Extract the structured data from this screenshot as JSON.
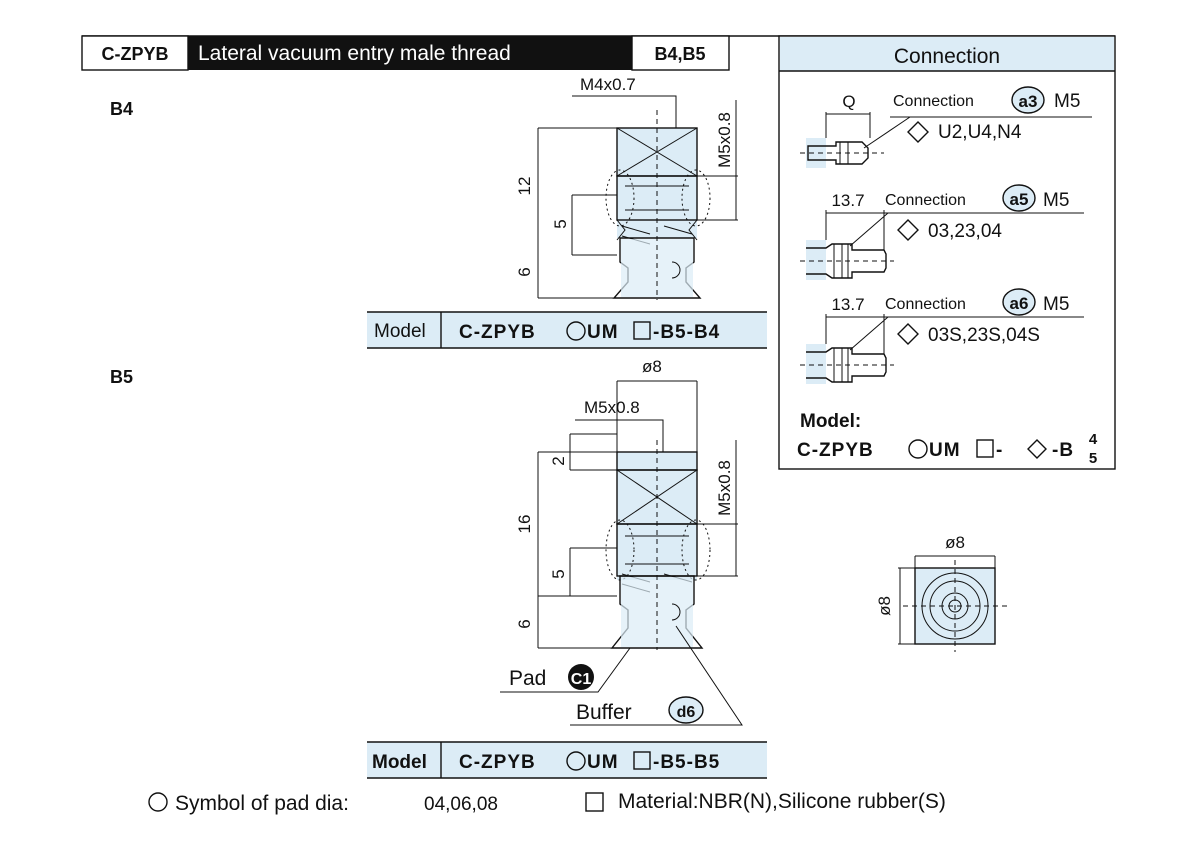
{
  "header": {
    "series": "C-ZPYB",
    "title": "Lateral vacuum entry male thread",
    "variants": "B4,B5"
  },
  "b4": {
    "section_label": "B4",
    "thread_top": "M4x0.7",
    "thread_side": "M5x0.8",
    "dim_total": "12",
    "dim_mid": "5",
    "dim_low": "6",
    "model_label": "Model",
    "model_code_prefix": "C-ZPYB",
    "model_code_mid": "UM",
    "model_code_suffix": "-B5-B4"
  },
  "b5": {
    "section_label": "B5",
    "dia_top": "ø8",
    "thread_top": "M5x0.8",
    "thread_side": "M5x0.8",
    "dim_top": "2",
    "dim_total": "16",
    "dim_mid": "5",
    "dim_low": "6",
    "pad_label": "Pad",
    "pad_code": "C1",
    "buffer_label": "Buffer",
    "buffer_code": "d6",
    "model_label": "Model",
    "model_code_prefix": "C-ZPYB",
    "model_code_mid": "UM",
    "model_code_suffix": "-B5-B5"
  },
  "connection": {
    "title": "Connection",
    "items": [
      {
        "dim": "Q",
        "label": "Connection",
        "code": "a3",
        "thread": "M5",
        "options": "U2,U4,N4"
      },
      {
        "dim": "13.7",
        "label": "Connection",
        "code": "a5",
        "thread": "M5",
        "options": "03,23,04"
      },
      {
        "dim": "13.7",
        "label": "Connection",
        "code": "a6",
        "thread": "M5",
        "options": "03S,23S,04S"
      }
    ],
    "model_label": "Model:",
    "model_code_prefix": "C-ZPYB",
    "model_code_mid": "UM",
    "model_code_suffix": "-B",
    "model_fraction_top": "4",
    "model_fraction_bottom": "5"
  },
  "top_view": {
    "dia_label": "ø8",
    "side_label": "ø8"
  },
  "footer": {
    "pad_dia_text": "Symbol of pad dia:",
    "pad_dia_values": "04,06,08",
    "material_text": "Material:NBR(N),Silicone rubber(S)"
  }
}
